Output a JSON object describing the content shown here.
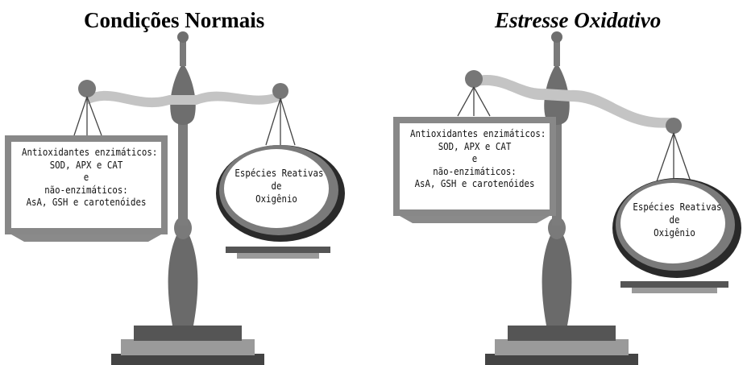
{
  "panels": [
    {
      "title": "Condições Normais",
      "antioxidants": [
        "Antioxidantes enzimáticos:",
        "SOD, APX e CAT",
        "e",
        "não-enzimáticos:",
        "AsA, GSH e carotenóides"
      ],
      "ros": [
        "Espécies Reativas",
        "de",
        "Oxigênio"
      ]
    },
    {
      "title": "Estresse Oxidativo",
      "antioxidants": [
        "Antioxidantes enzimáticos:",
        "SOD, APX e CAT",
        "e",
        "não-enzimáticos:",
        "AsA, GSH e carotenóides"
      ],
      "ros": [
        "Espécies Reativas",
        "de",
        "Oxigênio"
      ]
    }
  ],
  "colors": {
    "metal_dark": "#6e6e6e",
    "metal_mid": "#8c8c8c",
    "beam": "#c4c4c4",
    "base_dark": "#454545",
    "base_light": "#9a9a9a"
  }
}
